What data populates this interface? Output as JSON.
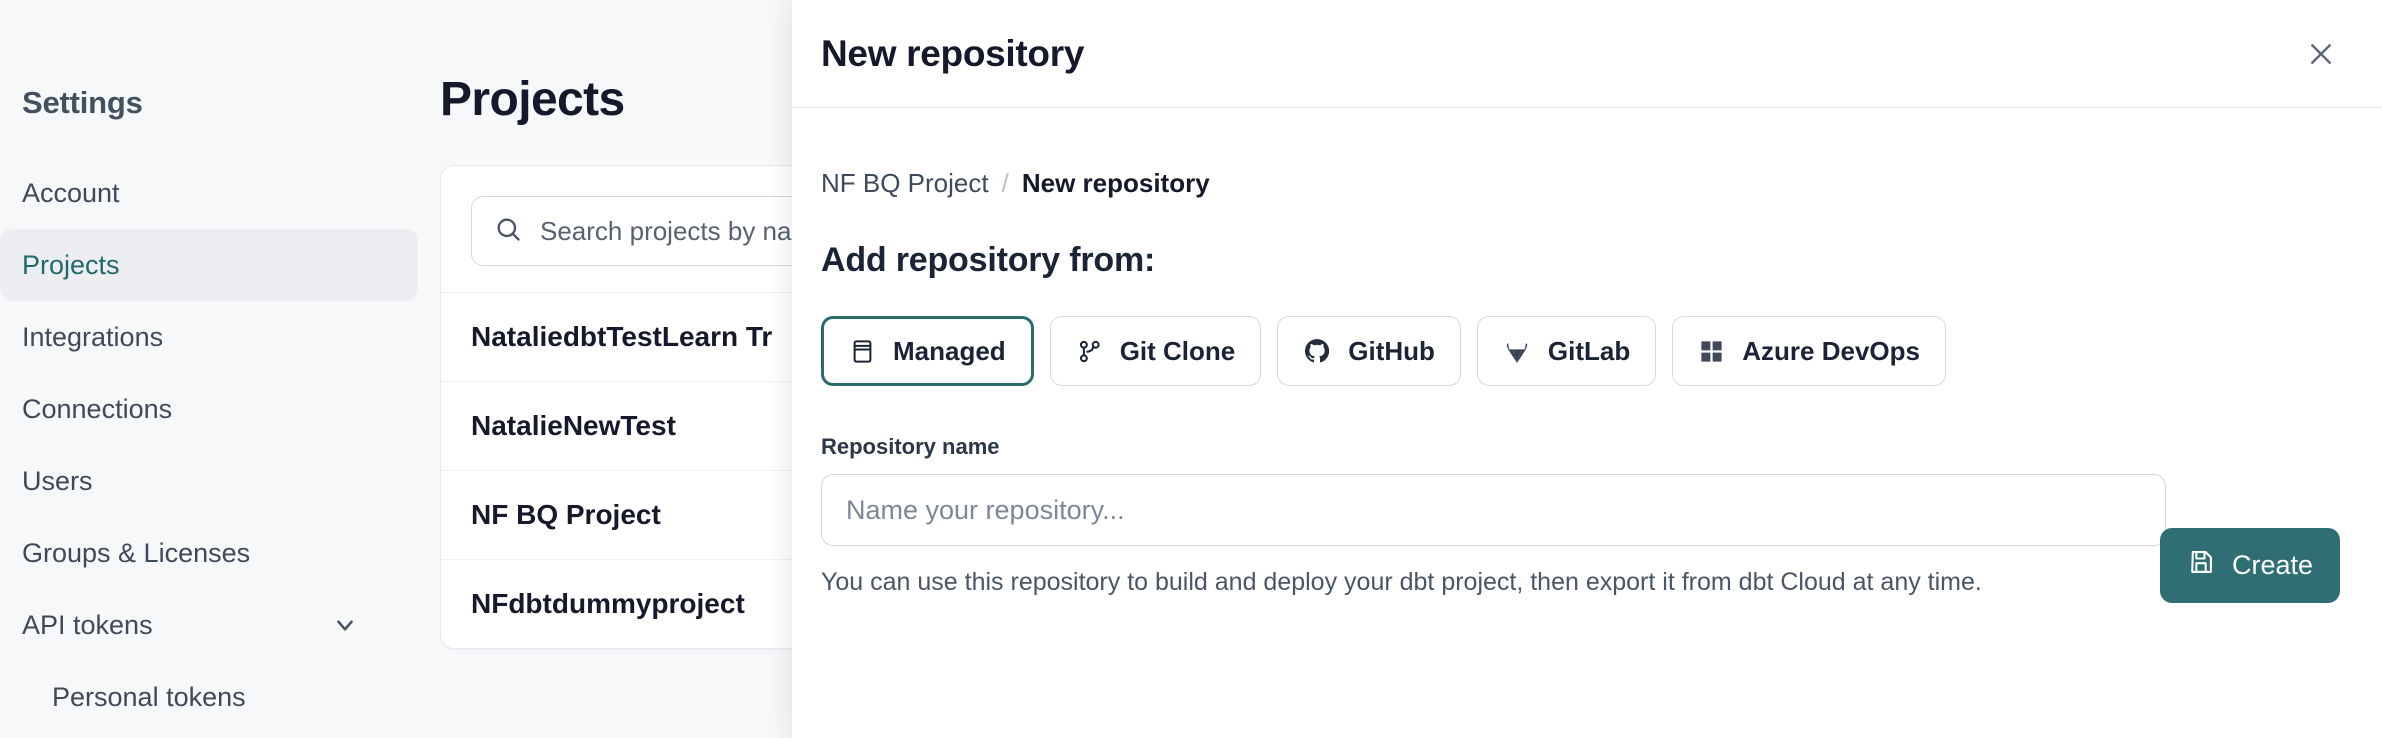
{
  "sidebar": {
    "title": "Settings",
    "items": [
      {
        "label": "Account",
        "active": false,
        "sub": false,
        "chevron": false
      },
      {
        "label": "Projects",
        "active": true,
        "sub": false,
        "chevron": false
      },
      {
        "label": "Integrations",
        "active": false,
        "sub": false,
        "chevron": false
      },
      {
        "label": "Connections",
        "active": false,
        "sub": false,
        "chevron": false
      },
      {
        "label": "Users",
        "active": false,
        "sub": false,
        "chevron": false
      },
      {
        "label": "Groups & Licenses",
        "active": false,
        "sub": false,
        "chevron": false
      },
      {
        "label": "API tokens",
        "active": false,
        "sub": false,
        "chevron": true
      },
      {
        "label": "Personal tokens",
        "active": false,
        "sub": true,
        "chevron": false
      }
    ]
  },
  "main": {
    "page_title": "Projects",
    "search": {
      "placeholder": "Search projects by name...",
      "value": "",
      "icon": "search-icon"
    },
    "projects": [
      "NataliedbtTestLearn Tr",
      "NatalieNewTest",
      "NF BQ Project",
      "NFdbtdummyproject"
    ]
  },
  "modal": {
    "title": "New repository",
    "close_icon": "close-icon",
    "breadcrumb": {
      "parent": "NF BQ Project",
      "separator": "/",
      "current": "New repository"
    },
    "section_heading": "Add repository from:",
    "sources": [
      {
        "label": "Managed",
        "icon": "database-icon",
        "selected": true
      },
      {
        "label": "Git Clone",
        "icon": "git-branch-icon",
        "selected": false
      },
      {
        "label": "GitHub",
        "icon": "github-icon",
        "selected": false
      },
      {
        "label": "GitLab",
        "icon": "gitlab-icon",
        "selected": false
      },
      {
        "label": "Azure DevOps",
        "icon": "azure-devops-icon",
        "selected": false
      }
    ],
    "repo_name_label": "Repository name",
    "repo_name_placeholder": "Name your repository...",
    "repo_name_value": "",
    "help_text": "You can use this repository to build and deploy your dbt project, then export it from dbt Cloud at any time.",
    "create_button": {
      "label": "Create",
      "icon": "save-icon"
    }
  },
  "colors": {
    "accent_teal": "#2f6f74",
    "selected_border": "#2a6c6c",
    "page_bg": "#f7f8fa",
    "text_dark": "#16192b"
  }
}
